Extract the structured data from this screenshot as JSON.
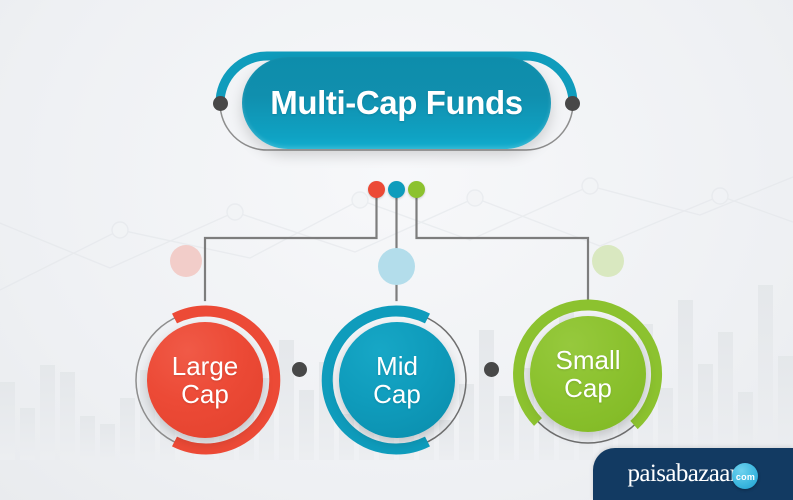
{
  "banner": {
    "title": "Multi-Cap Funds"
  },
  "nodes": [
    {
      "id": "large-cap",
      "line1": "Large",
      "line2": "Cap",
      "color": "#ec4a36"
    },
    {
      "id": "mid-cap",
      "line1": "Mid",
      "line2": "Cap",
      "color": "#0f9cbc"
    },
    {
      "id": "small-cap",
      "line1": "Small",
      "line2": "Cap",
      "color": "#8cc22f"
    }
  ],
  "seed_dots": [
    {
      "name": "seed-dot-red",
      "color": "#ec4a36"
    },
    {
      "name": "seed-dot-teal",
      "color": "#0f9cbc"
    },
    {
      "name": "seed-dot-green",
      "color": "#8cc22f"
    }
  ],
  "pastel_circles": [
    {
      "name": "pastel-circle-pink",
      "color": "#f2cdc9"
    },
    {
      "name": "pastel-circle-blue",
      "color": "#b3ddeb"
    },
    {
      "name": "pastel-circle-green",
      "color": "#d9e8c0"
    }
  ],
  "logo": {
    "text": "paisabazaar",
    "badge": "com",
    "bar_color": "#123a62"
  },
  "palette": {
    "background": "#f2f4f6",
    "banner_teal": "#0f9cbc",
    "connector_gray": "#7a7a7a",
    "node_dot_dark": "#484848",
    "bar_gray": "#e4e7ea"
  },
  "chart_data": {
    "type": "bar",
    "title": "",
    "xlabel": "",
    "ylabel": "",
    "categories": [],
    "values": [
      78,
      52,
      95,
      88,
      44,
      36,
      62,
      90,
      58,
      74,
      105,
      66,
      50,
      82,
      120,
      70,
      98,
      46,
      60,
      112,
      55,
      86,
      40,
      76,
      130,
      64,
      92,
      48,
      150,
      84,
      118,
      56,
      136,
      72,
      160,
      96,
      128,
      68,
      175,
      104
    ],
    "grid": false,
    "legend": "none"
  }
}
